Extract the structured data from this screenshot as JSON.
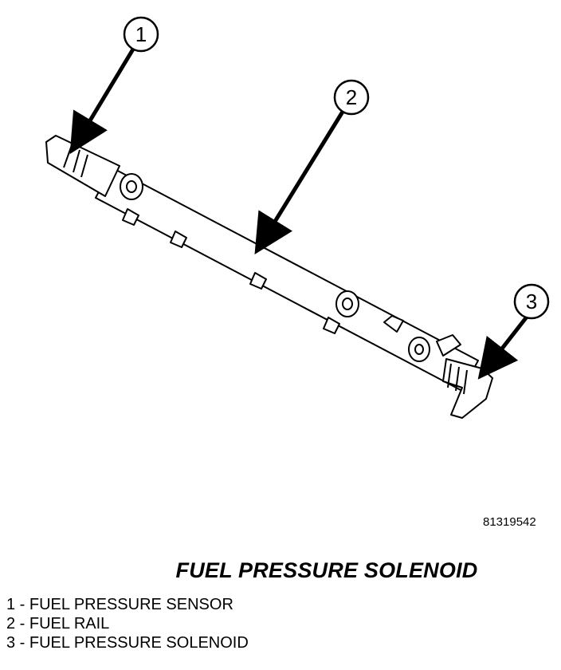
{
  "figure_id": "81319542",
  "title": "FUEL PRESSURE SOLENOID",
  "callouts": [
    "1",
    "2",
    "3"
  ],
  "legend": [
    "1 - FUEL PRESSURE SENSOR",
    "2 - FUEL RAIL",
    "3 - FUEL PRESSURE SOLENOID"
  ]
}
